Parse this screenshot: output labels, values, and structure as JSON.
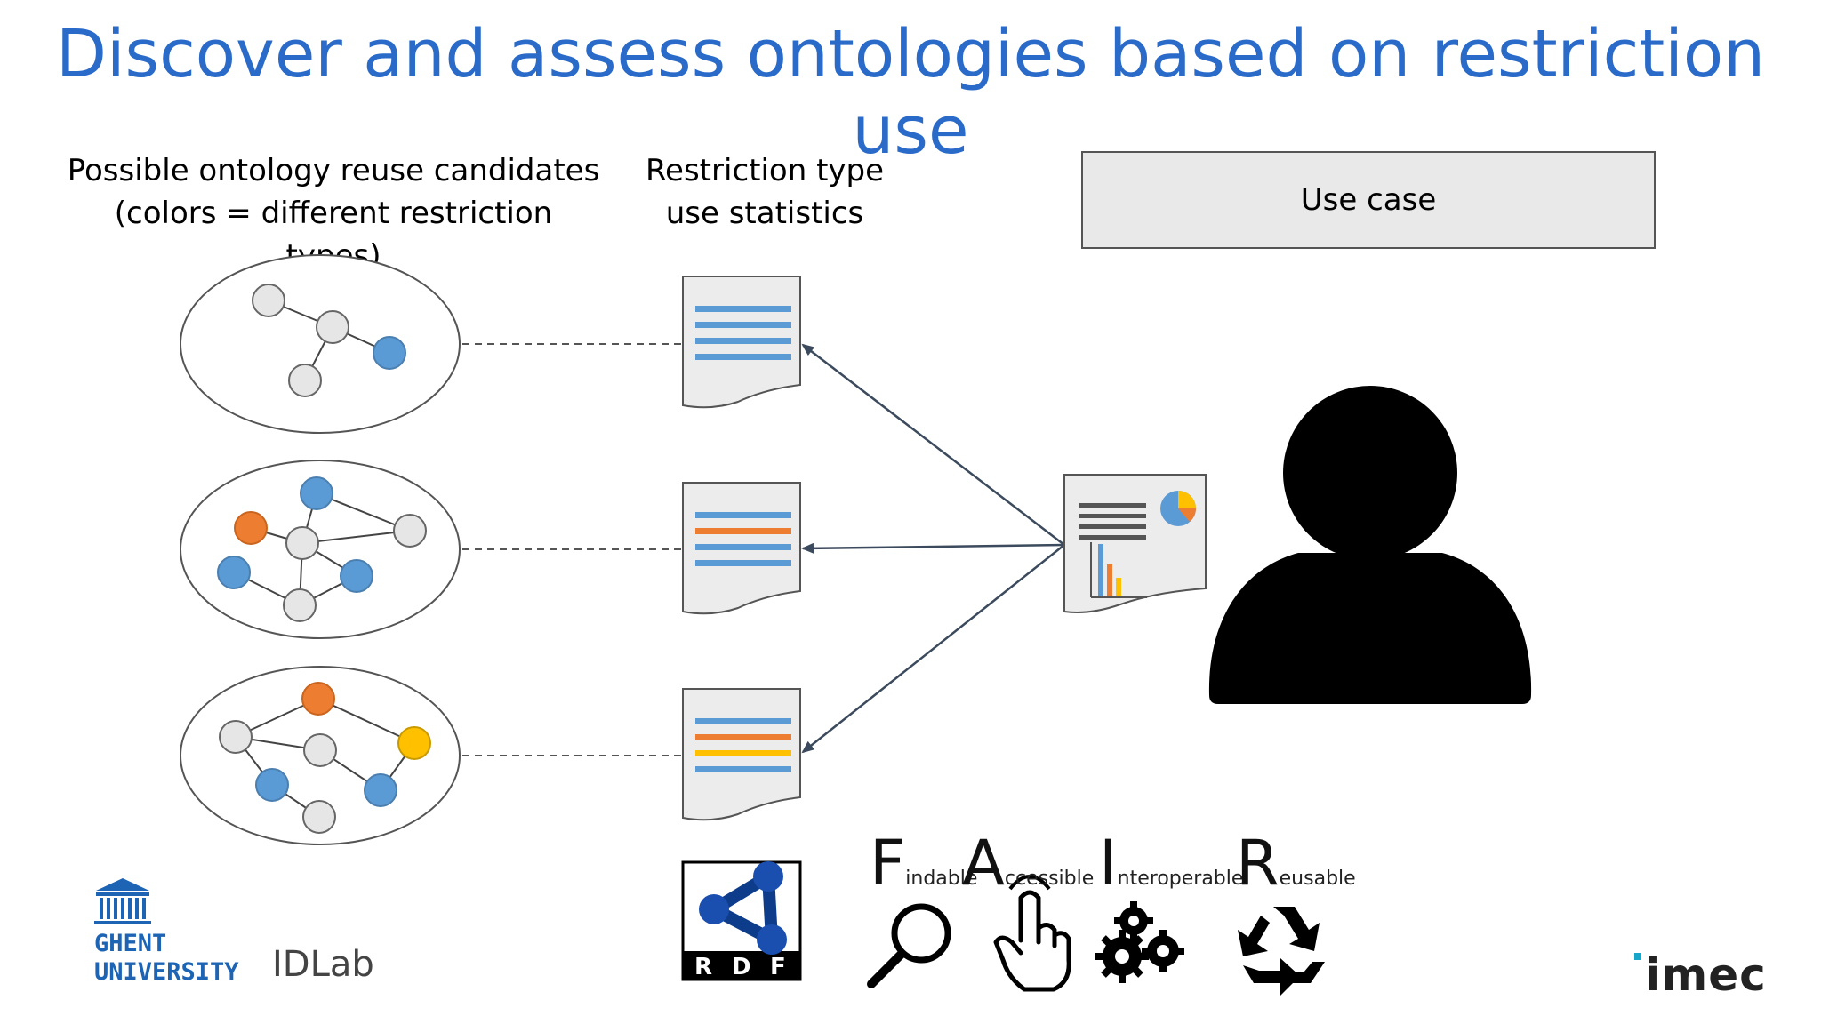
{
  "title": "Discover and assess ontologies based on restriction use",
  "captions": {
    "candidates": "Possible ontology reuse candidates\n(colors = different restriction\ntypes)",
    "stats": "Restriction type\nuse statistics"
  },
  "use_case": "Use case",
  "colors": {
    "title": "#2a6ac8",
    "blue": "#5b9bd5",
    "orange": "#ed7d31",
    "yellow": "#ffc000",
    "grey_node": "#e6e6e6"
  },
  "rdf": {
    "letters": [
      "R",
      "D",
      "F"
    ]
  },
  "fair": [
    {
      "letter": "F",
      "rest": "indable",
      "icon": "magnifier-icon"
    },
    {
      "letter": "A",
      "rest": "ccessible",
      "icon": "pointer-hand-icon"
    },
    {
      "letter": "I",
      "rest": "nteroperable",
      "icon": "gears-icon"
    },
    {
      "letter": "R",
      "rest": "eusable",
      "icon": "recycle-icon"
    }
  ],
  "logos": {
    "ghent": "GHENT\nUNIVERSITY",
    "idlab": "IDLab",
    "imec": "imec"
  }
}
